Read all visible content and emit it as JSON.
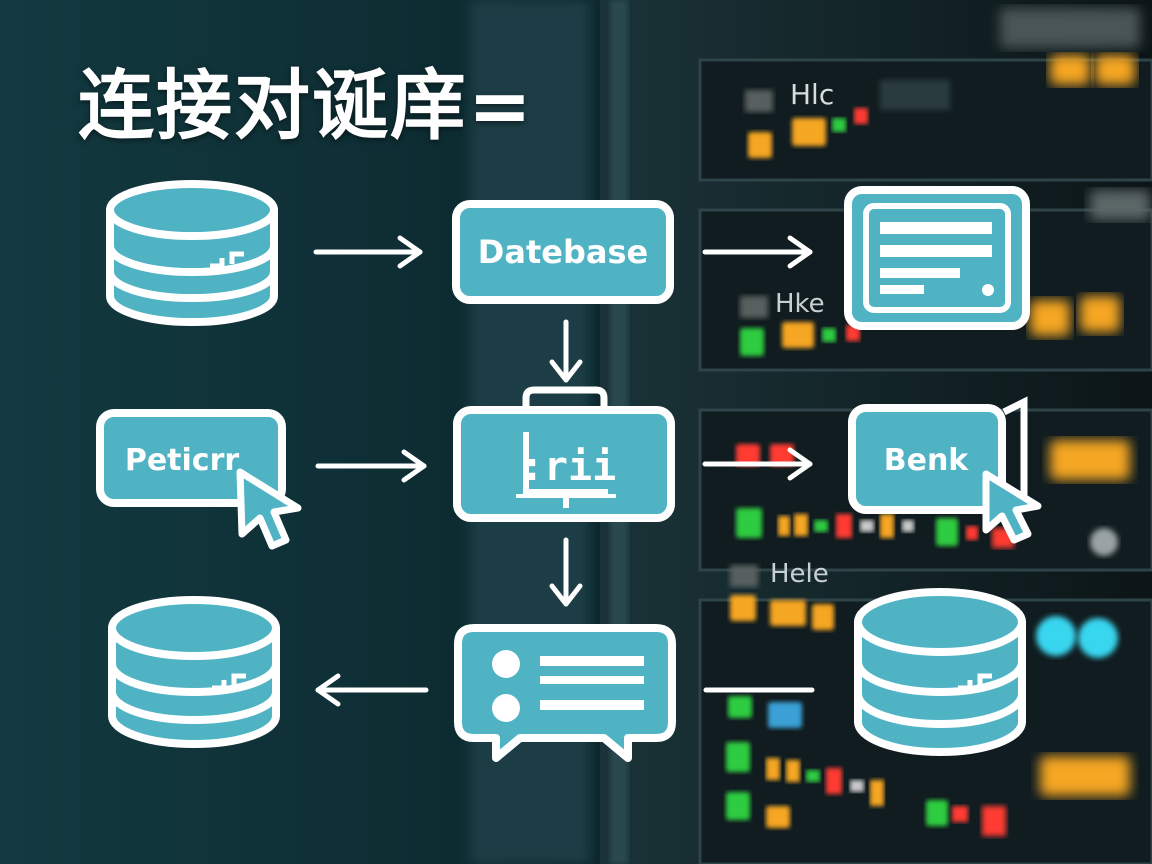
{
  "title": "连接对诞庠=",
  "nodes": {
    "datebase_label": "Datebase",
    "peticrr_label": "Peticrr",
    "benk_label": "Benk",
    "chart_glyph": ":rii"
  },
  "rack_labels": {
    "row1": "Hlc",
    "row2": "Hke",
    "row3": "Hele"
  },
  "colors": {
    "accent": "#4fb3c4",
    "stroke": "#ffffff",
    "background": "#0b1f24",
    "led_green": "#2ecc40",
    "led_amber": "#f5a623",
    "led_red": "#ff3b30",
    "led_cyan": "#38d6ef"
  }
}
